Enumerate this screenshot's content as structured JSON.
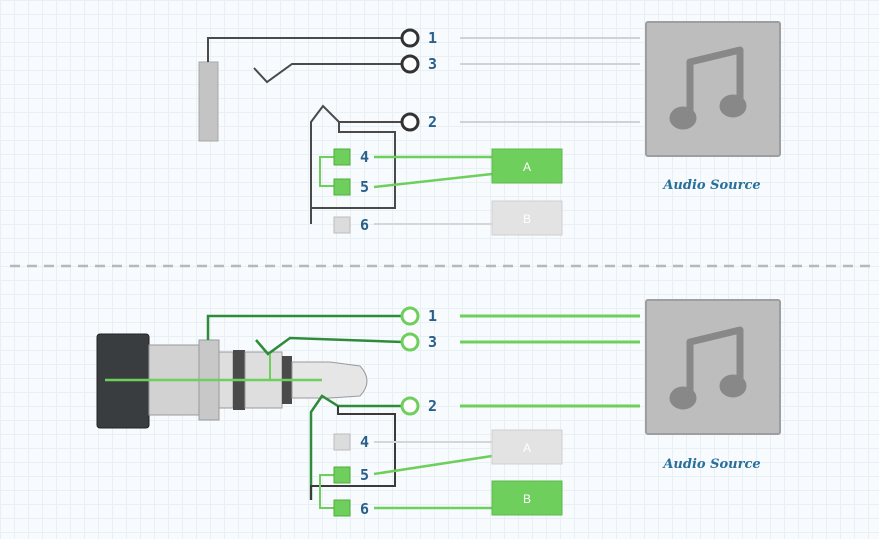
{
  "top": {
    "pins": [
      {
        "label": "1"
      },
      {
        "label": "3"
      },
      {
        "label": "2"
      }
    ],
    "switch_pins": [
      {
        "label": "4"
      },
      {
        "label": "5"
      },
      {
        "label": "6"
      }
    ],
    "output_a": {
      "label": "A",
      "active": true
    },
    "output_b": {
      "label": "B",
      "active": false
    },
    "source_label": "Audio Source"
  },
  "bottom": {
    "pins": [
      {
        "label": "1"
      },
      {
        "label": "3"
      },
      {
        "label": "2"
      }
    ],
    "switch_pins": [
      {
        "label": "4"
      },
      {
        "label": "5"
      },
      {
        "label": "6"
      }
    ],
    "output_a": {
      "label": "A",
      "active": false
    },
    "output_b": {
      "label": "B",
      "active": true
    },
    "source_label": "Audio Source"
  },
  "colors": {
    "active_green": "#6fcf5c",
    "dark_green": "#2e8b3a",
    "inactive_gray": "#c9c9c9",
    "wire_gray": "#c8ccd0",
    "dark_wire": "#3a3a3a",
    "label_blue": "#2a6f9a"
  },
  "icons": {
    "source": "music-note-icon"
  }
}
